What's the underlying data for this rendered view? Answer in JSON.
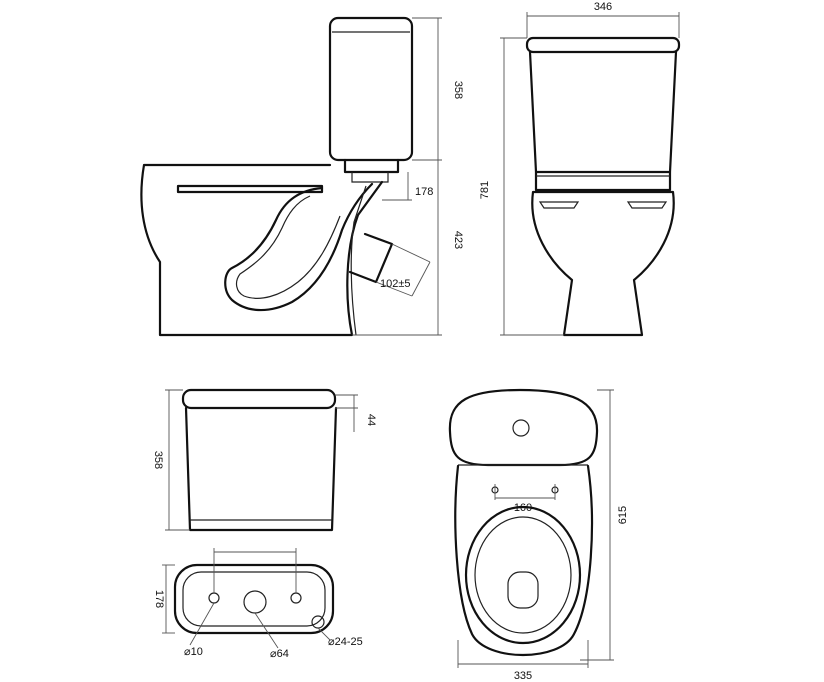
{
  "dimensions": {
    "side_tank_height": "358",
    "side_outlet_offset": "178",
    "side_outlet_height": "423",
    "side_outlet_diameter": "102±5",
    "front_tank_width": "346",
    "front_total_height": "781",
    "tank_front_height": "358",
    "tank_lid_thickness": "44",
    "tank_top_depth": "178",
    "hole_small": "⌀10",
    "hole_flush": "⌀64",
    "hole_inlet": "⌀24-25",
    "top_hole_spacing": "160",
    "top_total_depth": "615",
    "top_bowl_width": "335"
  }
}
